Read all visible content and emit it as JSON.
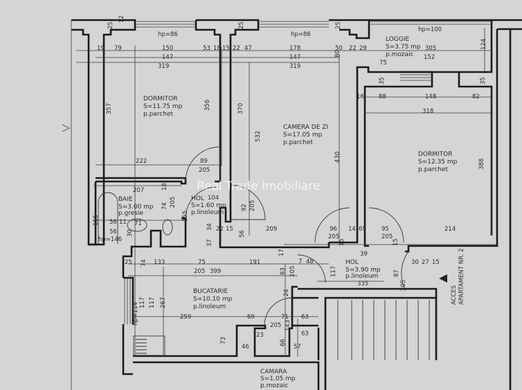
{
  "watermark": "Real Trade Imobiliare",
  "rooms": {
    "dormitor1": {
      "name": "DORMITOR",
      "area": "S=11.75 mp",
      "floor": "p.parchet"
    },
    "camera_zi": {
      "name": "CAMERA DE ZI",
      "area": "S=17.05 mp",
      "floor": "p.parchet"
    },
    "loggie": {
      "name": "LOGGIE",
      "area": "S=3.75 mp",
      "floor": "p.mozaic"
    },
    "dormitor2": {
      "name": "DORMITOR",
      "area": "S=12.35 mp",
      "floor": "p.parchet"
    },
    "baie": {
      "name": "BAIE",
      "area": "S=3.00 mp",
      "floor": "p.gresie"
    },
    "hol1": {
      "name": "HOL",
      "area": "S=1.60 mp",
      "floor": "p.linoleum"
    },
    "hol2": {
      "name": "HOL",
      "area": "S=3.90 mp",
      "floor": "p.linoleum"
    },
    "bucatarie": {
      "name": "BUCATARIE",
      "area": "S=10.10 mp",
      "floor": "p.linoleum"
    },
    "camara": {
      "name": "CAMARA",
      "area": "S=1.05 mp",
      "floor": "p.mozaic"
    }
  },
  "access_label": [
    "ACCES",
    "APARTAMENT NR. 2"
  ],
  "window_heights": [
    "hp=86",
    "hp=86",
    "hp=100",
    "hp=146",
    "hp=114"
  ],
  "dimensions": [
    "25",
    "25",
    "25",
    "19",
    "79",
    "150",
    "53",
    "18",
    "15",
    "22",
    "47",
    "178",
    "50",
    "22",
    "29",
    "305",
    "147",
    "147",
    "152",
    "319",
    "319",
    "124",
    "75",
    "35",
    "35",
    "16",
    "88",
    "148",
    "82",
    "318",
    "357",
    "356",
    "370",
    "532",
    "430",
    "388",
    "222",
    "89",
    "205",
    "207",
    "18",
    "74",
    "205",
    "155",
    "92",
    "205",
    "155",
    "56",
    "11",
    "71",
    "56",
    "30",
    "34",
    "37",
    "22",
    "15",
    "56",
    "209",
    "96",
    "205",
    "14",
    "69",
    "95",
    "205",
    "214",
    "39",
    "15",
    "15",
    "117",
    "87",
    "205",
    "30",
    "27",
    "15",
    "335",
    "17",
    "7",
    "48",
    "25",
    "74",
    "133",
    "75",
    "191",
    "205",
    "399",
    "83",
    "205",
    "24",
    "117",
    "117",
    "267",
    "259",
    "69",
    "71",
    "63",
    "205",
    "143",
    "23",
    "73",
    "46",
    "66",
    "57",
    "63",
    "104",
    "12",
    "80"
  ]
}
